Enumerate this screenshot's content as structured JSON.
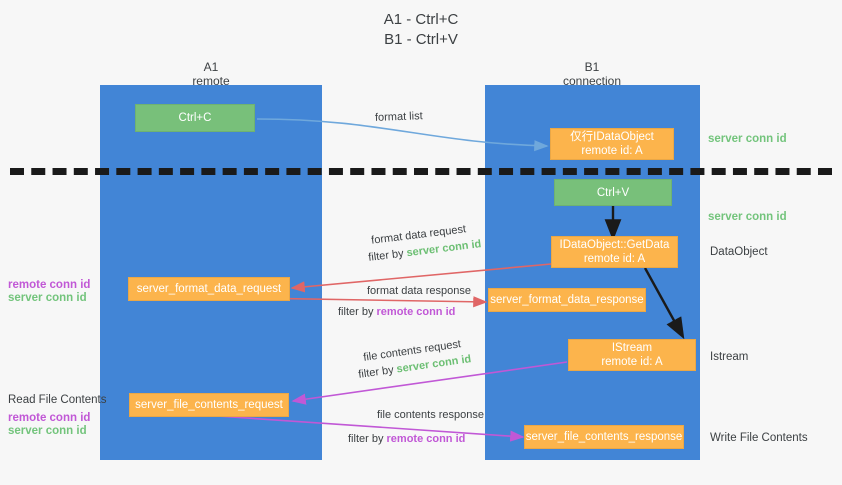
{
  "title": {
    "line1": "A1 - Ctrl+C",
    "line2": "B1 - Ctrl+V"
  },
  "columns": [
    {
      "name": "A1",
      "sub": "remote"
    },
    {
      "name": "B1",
      "sub": "connection"
    }
  ],
  "colors": {
    "band": "#4285d6",
    "green_box": "#78c07a",
    "orange_box": "#fcb44c",
    "server_conn_id": "#6cbf73",
    "remote_conn_id": "#c158d6",
    "arrow_format_list": "#6fa8dc",
    "arrow_data": "#e06666",
    "arrow_file": "#c158d6",
    "arrow_black": "#1a1a1a",
    "divider": "#1a1a1a",
    "text": "#3c4043",
    "background": "#f7f7f7"
  },
  "boxes": {
    "ctrl_c": {
      "label": "Ctrl+C"
    },
    "idataobject": {
      "line1": "仅行IDataObject",
      "line2": "remote id: A"
    },
    "ctrl_v": {
      "label": "Ctrl+V"
    },
    "getdata": {
      "line1": "IDataObject::GetData",
      "line2": "remote id: A"
    },
    "format_data_request": {
      "label": "server_format_data_request"
    },
    "format_data_response": {
      "label": "server_format_data_response"
    },
    "istream": {
      "line1": "IStream",
      "line2": "remote id: A"
    },
    "file_contents_request": {
      "label": "server_file_contents_request"
    },
    "file_contents_response": {
      "label": "server_file_contents_response"
    }
  },
  "edge_labels": {
    "format_list": "format list",
    "format_data_request": "format data request",
    "format_data_request_filter_prefix": "filter by ",
    "format_data_request_filter_key": "server conn id",
    "format_data_response": "format data response",
    "format_data_response_filter_prefix": "filter by ",
    "format_data_response_filter_key": "remote conn id",
    "file_contents_request": "file contents request",
    "file_contents_request_filter_prefix": "filter by ",
    "file_contents_request_filter_key": "server conn id",
    "file_contents_response": "file contents response",
    "file_contents_response_filter_prefix": "filter by ",
    "file_contents_response_filter_key": "remote conn id"
  },
  "right_notes": {
    "server_conn_id_top": "server conn id",
    "server_conn_id_mid": "server conn id",
    "dataobject": "DataObject",
    "istream": "Istream",
    "write_file_contents": "Write File Contents"
  },
  "left_notes": {
    "remote_conn_id_1": "remote conn id",
    "server_conn_id_1": "server conn id",
    "read_file_contents": "Read File Contents",
    "remote_conn_id_2": "remote conn id",
    "server_conn_id_2": "server conn id"
  }
}
